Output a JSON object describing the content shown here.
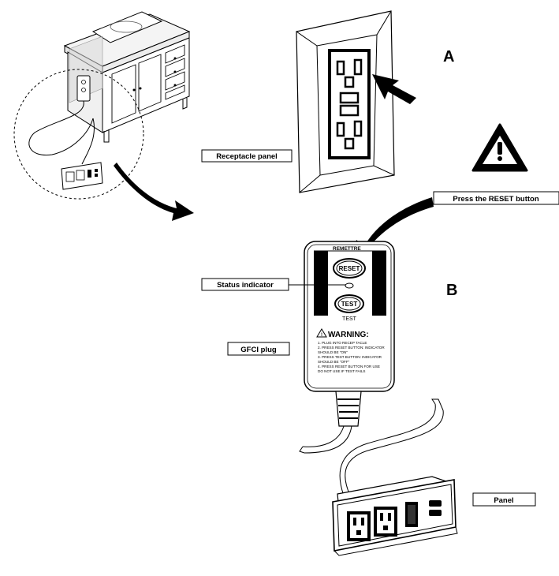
{
  "labels": {
    "receptacle_panel": "Receptacle panel",
    "press_reset": "Press the RESET button",
    "status_indicator": "Status indicator",
    "gfci_plug": "GFCI plug",
    "panel": "Panel"
  },
  "section_letters": {
    "a": "A",
    "b": "B"
  },
  "gfci": {
    "brand": "REMETTRE",
    "reset_label": "RESET",
    "test_label": "TEST",
    "test_caption": "TEST",
    "warning_title": "WARNING:",
    "warning_lines": [
      "1. PLUG INTO RECEP TACLE",
      "2. PRESS RESET BUTTON: INDICATOR",
      "    SHOULD BE \"ON\"",
      "3. PRESS TEST BUTTON: INDICATOR",
      "    SHOULD BE \"OFF\"",
      "4. PRESS RESET BUTTON FOR USE",
      "    DO NOT USE IF TEST FAILS"
    ]
  },
  "icons": {
    "caution": "warning-triangle-icon"
  }
}
